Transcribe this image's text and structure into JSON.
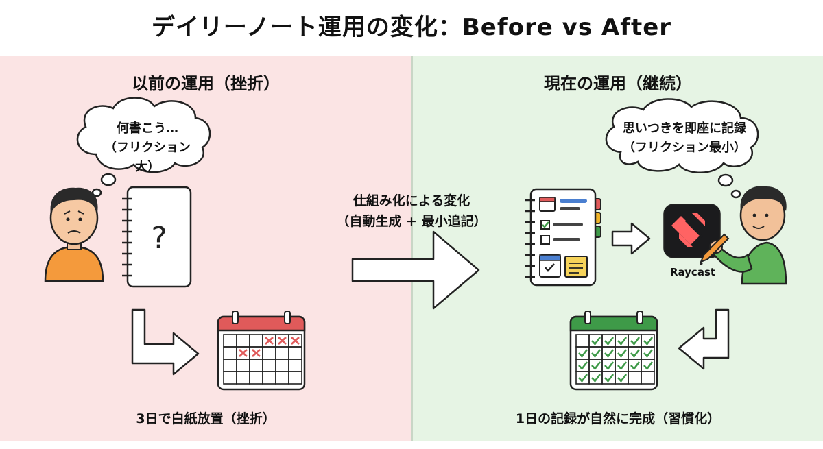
{
  "title": "デイリーノート運用の変化：Before vs After",
  "before": {
    "heading": "以前の運用（挫折）",
    "bubble_line1": "何書こう…",
    "bubble_line2": "（フリクション大）",
    "notebook_mark": "?",
    "caption": "3日で白紙放置（挫折）",
    "accent": "#e05a5a"
  },
  "middle": {
    "line1": "仕組み化による変化",
    "line2": "（自動生成 + 最小追記）"
  },
  "after": {
    "heading": "現在の運用（継続）",
    "bubble_line1": "思いつきを即座に記録",
    "bubble_line2": "（フリクション最小）",
    "app_label": "Raycast",
    "caption": "1日の記録が自然に完成（習慣化）",
    "accent": "#3e9a48"
  },
  "icons": [
    "thought-bubble-icon",
    "person-icon",
    "notebook-icon",
    "calendar-icon",
    "arrow-icon",
    "template-notebook-icon",
    "raycast-icon",
    "pen-icon"
  ]
}
